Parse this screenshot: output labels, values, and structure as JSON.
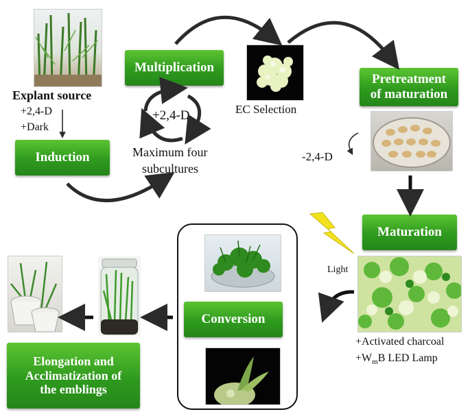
{
  "stages": {
    "explant": "Explant source",
    "induction": "Induction",
    "multiplication": "Multiplication",
    "ec_selection": "EC Selection",
    "pretreatment": [
      "Pretreatment",
      "of maturation"
    ],
    "maturation": "Maturation",
    "conversion": "Conversion",
    "elongation": [
      "Elongation and",
      "Acclimatization of",
      "the emblings"
    ]
  },
  "conditions": {
    "plus_24d": "+2,4-D",
    "dark": "+Dark",
    "cycle_24d": "+2,4-D",
    "max_subcultures": [
      "Maximum four",
      "subcultures"
    ],
    "minus_24d": "-2,4-D",
    "light": "Light",
    "charcoal": "+Activated charcoal",
    "led_lamp": {
      "pre": "+W",
      "sub": "m",
      "post": "B LED Lamp"
    }
  },
  "colors": {
    "box_green": "#2f9a1e",
    "arrow": "#2b2b2b",
    "lightning": "#f2e21c"
  }
}
